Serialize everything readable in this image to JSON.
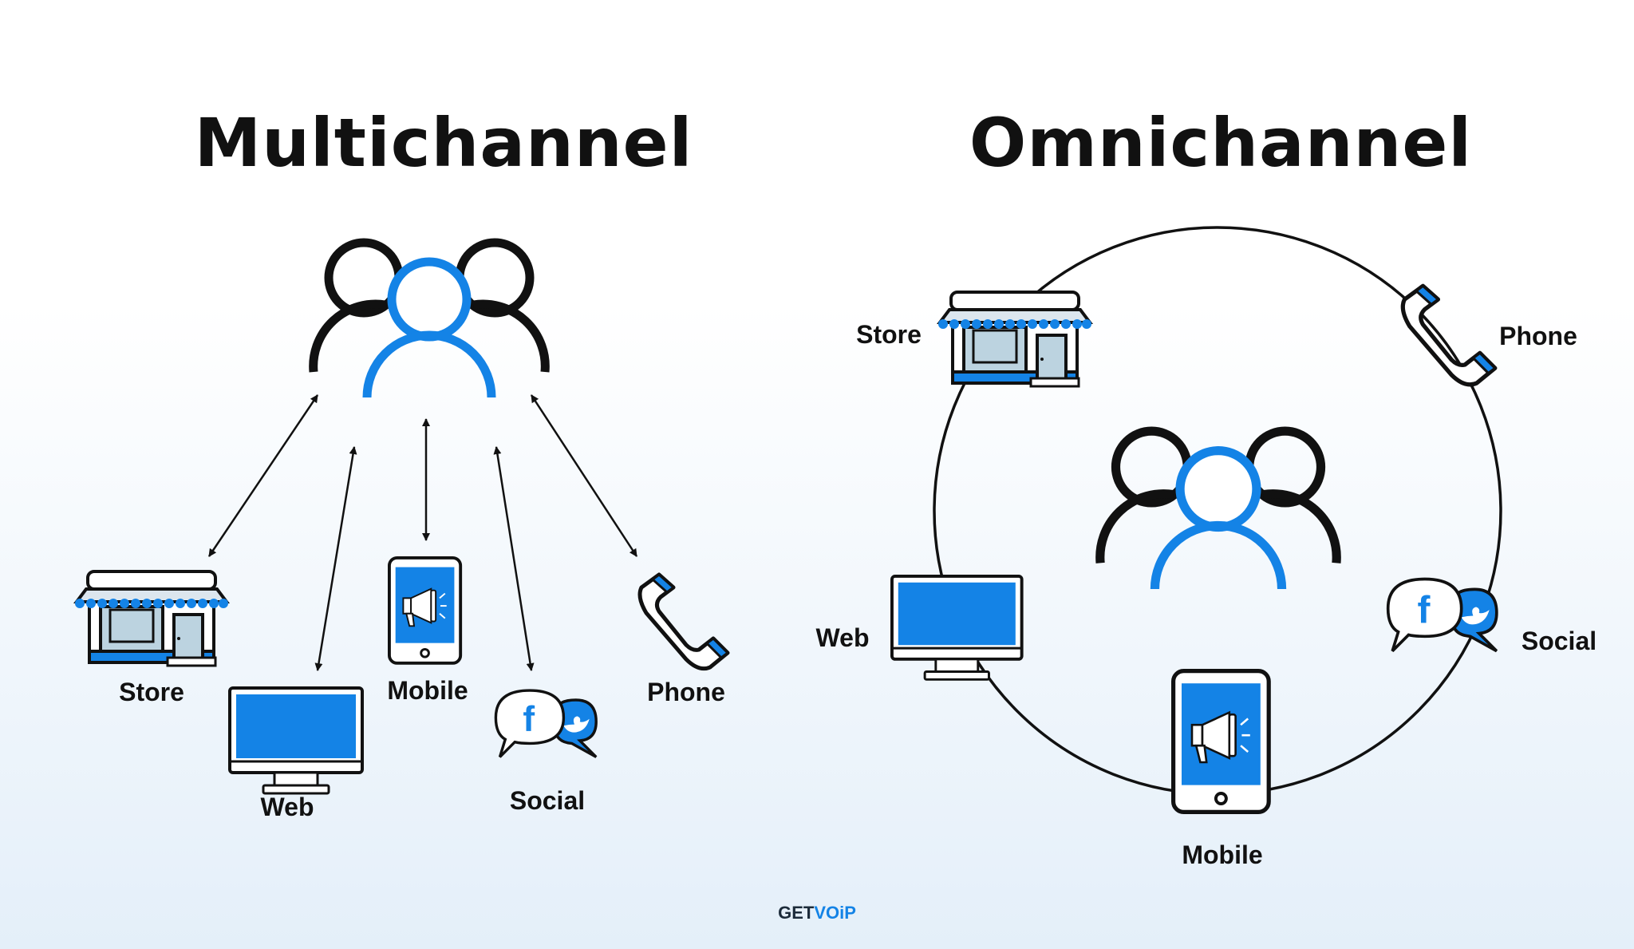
{
  "titles": {
    "left": "Multichannel",
    "right": "Omnichannel"
  },
  "multichannel": {
    "channels": {
      "store": "Store",
      "web": "Web",
      "mobile": "Mobile",
      "social": "Social",
      "phone": "Phone"
    }
  },
  "omnichannel": {
    "channels": {
      "store": "Store",
      "web": "Web",
      "mobile": "Mobile",
      "social": "Social",
      "phone": "Phone"
    }
  },
  "logo": {
    "part1": "GET",
    "part2": "VOiP"
  },
  "colors": {
    "accent": "#1483e6",
    "outline": "#111111",
    "store_window": "#bcd3e0",
    "background_bottom": "#e4eff9"
  },
  "icons": [
    "users-icon",
    "store-icon",
    "monitor-icon",
    "mobile-icon",
    "megaphone-icon",
    "social-bubbles-icon",
    "facebook-icon",
    "twitter-icon",
    "phone-icon"
  ]
}
